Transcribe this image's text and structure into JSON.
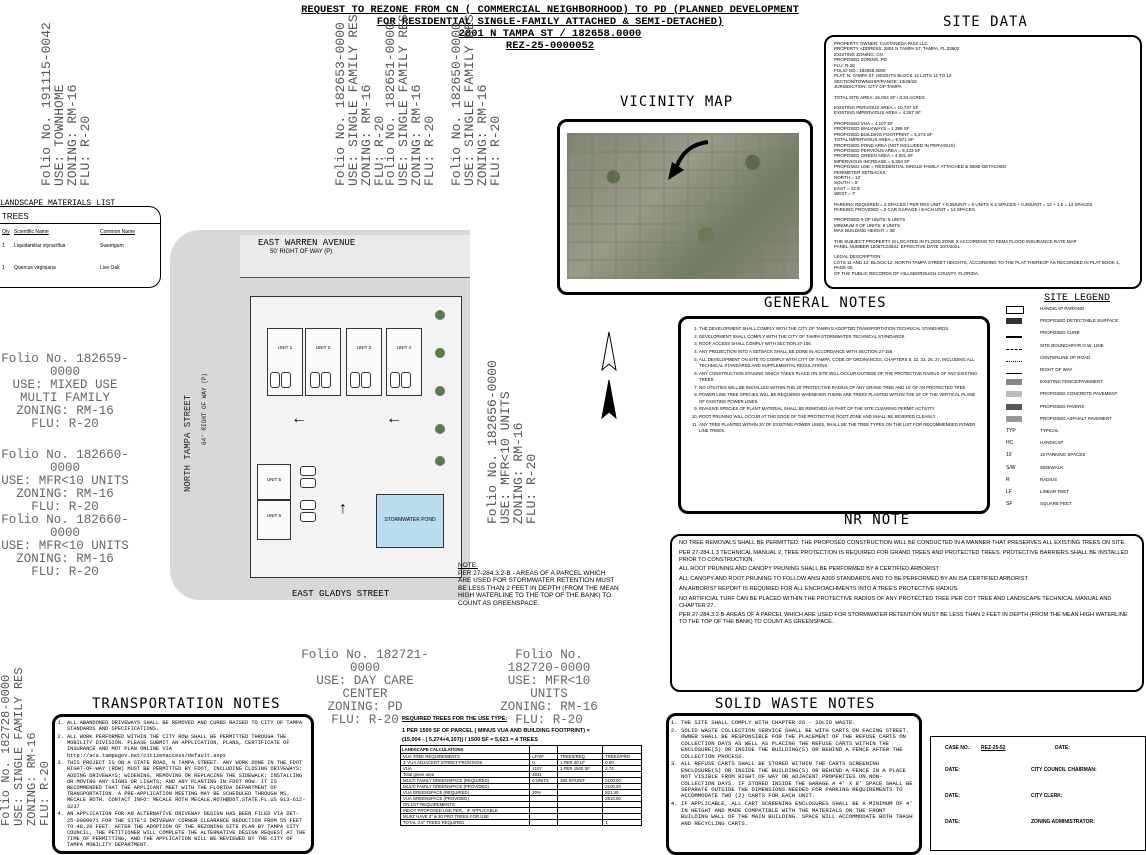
{
  "header": {
    "line1": "REQUEST TO REZONE FROM CN ( COMMERCIAL NEIGHBORHOOD) TO PD (PLANNED DEVELOPMENT",
    "line2": "FOR RESIDENTIAL SINGLE-FAMILY ATTACHED & SEMI-DETACHED)",
    "line3": "2801 N TAMPA ST / 182658.0000",
    "line4": "REZ-25-0000052"
  },
  "titles": {
    "site_data": "SITE DATA",
    "vicinity_map": "VICINITY MAP",
    "general_notes": "GENERAL NOTES",
    "site_legend": "SITE LEGEND",
    "nr_note": "NR NOTE",
    "transportation_notes": "TRANSPORTATION NOTES",
    "solid_waste_notes": "SOLID WASTE NOTES",
    "landscape_materials": "LANDSCAPE MATERIALS LIST",
    "trees": "TREES"
  },
  "folios_vertical": [
    {
      "text": "Folio No. 191115-0042\nUSE: TOWNHOME\nZONING: RM-16\nFLU: R-20"
    },
    {
      "text": "Folio No. 182653-0000\nUSE: SINGLE FAMILY RES\nZONING: RM-16\nFLU: R-20"
    },
    {
      "text": "Folio No. 182651-0000\nUSE: SINGLE FAMILY RES\nZONING: RM-16\nFLU: R-20"
    },
    {
      "text": "Folio No. 182650-0000\nUSE: SINGLE FAMILY RES\nZONING: RM-16\nFLU: R-20"
    },
    {
      "text": "Folio No. 182656-0000\nUSE: MFR<10 UNITS\nZONING: RM-16\nFLU: R-20"
    },
    {
      "text": "Folio No. 182728-0000\nUSE: SINGLE FAMILY RES\nZONING: RM-16\nFLU: R-20"
    }
  ],
  "folios_horizontal": [
    {
      "l1": "Folio No. 182659-0000",
      "l2": "USE: MIXED USE MULTI FAMILY",
      "l3": "ZONING: RM-16",
      "l4": "FLU: R-20"
    },
    {
      "l1": "Folio No. 182660-0000",
      "l2": "USE: MFR<10 UNITS",
      "l3": "ZONING: RM-16",
      "l4": "FLU: R-20"
    },
    {
      "l1": "Folio No. 182660-0000",
      "l2": "USE: MFR<10 UNITS",
      "l3": "ZONING: RM-16",
      "l4": "FLU: R-20"
    },
    {
      "l1": "Folio No. 182721-0000",
      "l2": "USE: DAY CARE CENTER",
      "l3": "ZONING: PD",
      "l4": "FLU: R-20"
    },
    {
      "l1": "Folio No. 182720-0000",
      "l2": "USE: MFR<10 UNITS",
      "l3": "ZONING: RM-16",
      "l4": "FLU: R-20"
    }
  ],
  "plan": {
    "street_top": "EAST WARREN AVENUE",
    "street_top_row": "50' RIGHT OF WAY (P)",
    "street_bottom": "EAST GLADYS STREET",
    "street_left": "NORTH TAMPA STREET",
    "street_left_row": "64' RIGHT OF WAY (P)",
    "units": [
      "UNIT 1",
      "UNIT 2",
      "UNIT 3",
      "UNIT 4",
      "UNIT 5",
      "UNIT 6"
    ],
    "stormwater": "STORMWATER POND",
    "note_title": "NOTE:",
    "note_text": "PER 27-284.3.2-B - AREAS OF A PARCEL WHICH ARE USED FOR STORMWATER RETENTION MUST BE LESS THAN 2 FEET IN DEPTH (FROM THE MEAN HIGH WATERLINE TO THE TOP OF THE BANK) TO COUNT AS GREENSPACE."
  },
  "landscape": {
    "headers": [
      "Qty",
      "Scientific Name",
      "Common Name"
    ],
    "rows": [
      [
        "1",
        "Liquidambar styraciflua",
        "Sweetgum"
      ],
      [
        "1",
        "Quercus virginiana",
        "Live Oak"
      ]
    ]
  },
  "general_notes": [
    "THE DEVELOPMENT SHALL COMPLY WITH THE CITY OF TAMPA'S ADOPTED TRANSPORTATION TECHNICAL STANDARDS.",
    "DEVELOPMENT SHALL COMPLY WITH THE CITY OF TAMPA STORMWATER TECHNICAL STANDARDS.",
    "ROOF ACCESS SHALL COMPLY WITH SECTION 27-156.",
    "ANY PROJECTION INTO A SETBACK SHALL BE DONE IN ACCORDANCE WITH SECTION 27-156.",
    "ALL DEVELOPMENT ON SITE TO COMPLY WITH CITY OF TAMPA, CODE OF ORDINANCES, CHAPTERS 5, 22, 23, 26, 27, INCLUDING ALL TECHNICAL STANDARDS AND SUPPLEMENTAL REGULATIONS.",
    "ANY CONSTRUCTION STAGING WHICH TAKES PLACE ON SITE WILL OCCUR OUTSIDE OF THE PROTECTIVE RADIUS OF ANY EXISTING TREES.",
    "NO UTILITIES WILL BE INSTALLED WITHIN THE 20' PROTECTIVE RADIUS OF ANY GRAND TREE AND 10' OF AN PROTECTED TREE.",
    "POWER LINE TREE SPECIES WILL BE REQUIRED WHENEVER THERE ARE TREES PLANTED WITHIN THE 20' OF THE VERTICAL PLANE OF EXISTING POWER LINES.",
    "INVASIVE SPECIES OF PLANT MATERIAL SHALL BE REMOVED AS PART OF THE SITE CLEARING PERMIT ACTIVITY.",
    "ROOT PRUNING WILL OCCUR AT THE EDGE OF THE PROTECTIVE ROOT ZONE AND SHALL BE SEVERED CLEANLY.",
    "ANY TREE PLANTED WITHIN 20' OF EXISTING POWER LINES, SHALL BE THE TREE TYPES ON THE LIST FOR RECOMMENDED POWER LINE TREES."
  ],
  "site_legend": [
    "HANDICAP PARKING",
    "PROPOSED DETECTABLE SURFACE",
    "PROPOSED CURB",
    "SITE BOUNDARY/R.O.W. LINE",
    "CENTERLINE OF ROAD",
    "RIGHT OF WAY",
    "EXISTING FENCE/PAVEMENT",
    "PROPOSED CONCRETE PAVEMENT",
    "PROPOSED PAVERS",
    "PROPOSED ASPHALT PAVEMENT",
    "TYPICAL",
    "HANDICAP",
    "10 PARKING SPACES",
    "SIDEWALK",
    "RADIUS",
    "LINEAR FEET",
    "SQUARE FEET"
  ],
  "legend_abbr": [
    "TYP",
    "HC",
    "10",
    "S/W",
    "R",
    "LF",
    "SF"
  ],
  "nr_note": [
    "NO TREE REMOVALS SHALL BE PERMITTED. THE PROPOSED CONSTRUCTION WILL BE CONDUCTED IN A MANNER THAT PRESERVES ALL EXISTING TREES ON SITE.",
    "PER 27-284.1.3 TECHNICAL MANUAL 2, TREE PROTECTION IS REQUIRED FOR GRAND TREES AND PROTECTED TREES. PROTECTIVE BARRIERS SHALL BE INSTALLED PRIOR TO CONSTRUCTION.",
    "ALL ROOT PRUNING AND CANOPY PRUNING SHALL BE PERFORMED BY A CERTIFIED ARBORIST.",
    "ALL CANOPY AND ROOT PRUNING TO FOLLOW ANSI A300 STANDARDS AND TO BE PERFORMED BY AN ISA CERTIFIED ARBORIST.",
    "AN ARBORIST REPORT IS REQUIRED FOR ALL ENCROACHMENTS INTO A TREE'S PROTECTIVE RADIUS.",
    "NO ARTIFICIAL TURF CAN BE PLACED WITHIN THE PROTECTIVE RADIUS OF ANY PROTECTED TREE PER COT TREE AND LANDSCAPE TECHNICAL MANUAL AND CHAPTER 27.",
    "PER 27-284.3.2-B-AREAS OF A PARCEL WHICH ARE USED FOR STORMWATER RETENTION MUST BE LESS THAN 2 FEET IN DEPTH (FROM THE MEAN HIGH WATERLINE TO THE TOP OF THE BANK) TO COUNT AS GREENSPACE."
  ],
  "transportation_notes": [
    "ALL ABANDONED DRIVEWAYS SHALL BE REMOVED AND CURBS RAISED TO CITY OF TAMPA STANDARDS AND SPECIFICATIONS.",
    "ALL WORK PERFORMED WITHIN THE CITY ROW SHALL BE PERMITTED THROUGH THE MOBILITY DIVISION. PLEASE SUBMIT AN APPLICATION, PLANS, CERTIFICATE OF INSURANCE AND MOT PLAN ONLINE VIA http://aca.tampagov.net/citizenaccess/default.aspx",
    "THIS PROJECT IS ON A STATE ROAD, N TAMPA STREET. ANY WORK DONE IN THE FDOT RIGHT-OF-WAY (ROW) MUST BE PERMITTED BY FDOT, INCLUDING CLOSING DRIVEWAYS; ADDING DRIVEWAYS; WIDENING, REMOVING OR REPLACING THE SIDEWALK; INSTALLING OR MOVING ANY SIGNS OR LIGHTS; AND ANY PLANTING IN FDOT ROW. IT IS RECOMMENDED THAT THE APPLICANT MEET WITH THE FLORIDA DEPARTMENT OF TRANSPORTATION. A PRE-APPLICATION MEETING MAY BE SCHEDULED THROUGH MS. MECALE ROTH. CONTACT INFO: MECALE ROTH MECALE.ROTH@DOT.STATE.FL.US 813-612-3237",
    "AN APPLICATION FOR AN ALTERNATIVE DRIVEWAY DESIGN HAS BEEN FILED VIA DET-25-0000071 FOR THE SITE'S DRIVEWAY CORNER CLEARANCE REDUCTION FROM 55 FEET TO 48.20 FEET. AFTER THE ADOPTION OF THE REZONING SITE PLAN BY TAMPA CITY COUNCIL, THE PETITIONER WILL COMPLETE THE ALTERNATIVE DESIGN REQUEST AT THE TIME OF PERMITTING, AND THE APPLICATION WILL BE REVIEWED BY THE CITY OF TAMPA MOBILITY DEPARTMENT."
  ],
  "solid_waste_notes": [
    "THE SITE SHALL COMPLY WITH CHAPTER 26 - SOLID WASTE.",
    "SOLID WASTE COLLECTION SERVICE SHALL BE WITH CARTS ON FACING STREET. OWNER SHALL BE RESPONSIBLE FOR THE PLACEMENT OF THE REFUSE CARTS ON COLLECTION DAYS AS WELL AS PLACING THE REFUSE CARTS WITHIN THE ENCLOSURE(S) OR INSIDE THE BUILDING(S) OR BEHIND A FENCE AFTER THE COLLECTION PROCESS.",
    "ALL REFUSE CARTS SHALL BE STORED WITHIN THE CARTS SCREENING ENCLOSURE(S) OR INSIDE THE BUILDING(S) OR BEHIND A FENCE IN A PLACE NOT VISIBLE FROM RIGHT OF WAY OR ADJACENT PROPERTIES ON NON-COLLECTION DAYS. IF STORED INSIDE THE GARAGE A 4' X 8' SPACE SHALL BE SEPARATE OUTSIDE THE DIMENSIONS NEEDED FOR PARKING REQUIREMENTS TO ACCOMMODATE TWO (2) CARTS FOR EACH UNIT.",
    "IF APPLICABLE, ALL CART SCREENING ENCLOSURES SHALL BE A MINIMUM OF 4' IN HEIGHT AND MADE COMPATIBLE WITH THE MATERIALS ON THE FRONT BUILDING WALL OF THE MAIN BUILDING. SPACE WILL ACCOMMODATE BOTH TRASH AND RECYCLING CARTS."
  ],
  "tree_req": {
    "title": "REQUIRED TREES FOR THE USE TYPE:",
    "line1": "1 PER 1500 SF OF PARCEL ( MINUS VUA AND BUILDING FOOTPRINT) =",
    "line2": "(15,004 - ( 5,274+4,107)) / 1500 SF = 5,621 = 4 TREES",
    "headers": [
      "LANDSCAPE CALCULATIONS",
      "LF/SF",
      "TREES/REQ",
      "TREES/PRO"
    ],
    "rows": [
      [
        "VUA TREE REQUIREMENTS",
        "LF/SF",
        "TREES/REQ",
        "TREES/PRO"
      ],
      [
        "1' VUA ADJACENT STREET FRONTAGE",
        "0",
        "1 PER 40 LF",
        "0.00"
      ],
      [
        "VUA",
        "4107",
        "1 PER 1500 SF",
        "2.74"
      ],
      [
        "Total green area",
        "4931",
        "",
        ""
      ],
      [
        "MULTI FAMILY GREENSPACE (REQUIRED)",
        "6 UNITS",
        "350 SF/UNIT",
        "2100.00"
      ],
      [
        "MULTI FAMILY GREENSPACE (PROVIDED)",
        "",
        "",
        "2100.00"
      ],
      [
        "VUA GREENSPACE (REQUIRED)",
        "20%",
        "",
        "821.40"
      ],
      [
        "VUA GREENSPACE (PROVIDED)",
        "",
        "",
        "2510.00"
      ],
      [
        "ON LOT REQUIREMENTS",
        "",
        "",
        ""
      ],
      [
        "INDOT PROPOSED USE PER... IF APPLICABLE",
        "",
        "",
        ""
      ],
      [
        "MUST HAVE 3\" & 30 PRO TREES FOR USE",
        "",
        "",
        ""
      ],
      [
        "TOTAL 3.5\" TREES REQUIRED",
        "",
        "",
        "1"
      ]
    ]
  },
  "case_block": {
    "case_no_label": "CASE NO.:",
    "case_no": "REZ-25-52",
    "date_label": "DATE:",
    "council_chair": "CITY COUNCIL CHAIRMAN:",
    "city_clerk": "CITY CLERK:",
    "zoning_admin": "ZONING ADMINISTRATOR:"
  },
  "site_data_lines": [
    "PROPERTY OWNER: CASTANEDA RUIZ LLC",
    "PROPERTY ADDRESS: 2801 N TAMPA ST, TAMPA, FL 33602",
    "EXISTING ZONING: CN",
    "PROPOSED ZONING: PD",
    "FLU: R-20",
    "FOLIO NO.: 182658.0000",
    "PLAT: N. TAMPA ST. HEIGHTS BLOCK 12 LOTS 11 TO 12",
    "SECTION/TOWNSHIP/RANGE: 13/29/18",
    "JURISDICTION: CITY OF TAMPA",
    "",
    "TOTAL SITE AREA: 15,004 SF / 0.34 ACRES",
    "",
    "EXISTING PERVIOUS AREA = 10,737 SF",
    "EXISTING IMPERVIOUS AREA = 4,267 SF",
    "",
    "PROPOSED VUA = 4,107 SF",
    "PROPOSED WALKWAYS = 1,389 SF",
    "PROPOSED BUILDING FOOTPRINT = 5,274 SF",
    "TOTAL IMPERVIOUS AREA = 9,571 SF",
    "PROPOSED POND AREA (NOT INCLUDED IN PERVIOUS)",
    "PROPOSED PERVIOUS AREA = 5,433 SF",
    "PROPOSED GREEN AREA = 4,931 SF",
    "IMPERVIOUS INCREASE = 5,304 SF",
    "PROPOSED USE = RESIDENTIAL SINGLE-FAMILY ATTACHED & SEMI-DETACHED",
    "PERIMETER SETBACKS:",
    "NORTH = 12'",
    "SOUTH = 5'",
    "EAST = 12.5'",
    "WEST = 7'",
    "",
    "PARKING REQUIRED = 2 SPACES / PER RES UNIT + 0.25/UNIT = 6 UNITS X 2 SPACES + 0.25/UNIT = 12 + 1.5 = 14 SPACES",
    "PARKING PROVIDED = 2 CAR GARAGE / EACH UNIT = 14 SPACES",
    "",
    "PROPOSED # OF UNITS: 6 UNITS",
    "MINIMUM # OF UNITS: 6 UNITS",
    "MAX BUILDING HEIGHT = 35'",
    "",
    "THE SUBJECT PROPERTY IS LOCATED IN FLOOD ZONE X ACCORDING TO FEMA FLOOD INSURANCE RATE MAP",
    "PANEL NUMBER 12057C0354J, EFFECTIVE DATE 10/7/2021",
    "",
    "LEGAL DESCRIPTION:",
    "LOTS 11 AND 12, BLOCK 12, NORTH TAMPA STREET HEIGHTS, ACCORDING TO THE PLAT THEREOF AS RECORDED IN PLAT BOOK 1, PAGE 00,",
    "OF THE PUBLIC RECORDS OF HILLSBOROUGH COUNTY, FLORIDA."
  ]
}
